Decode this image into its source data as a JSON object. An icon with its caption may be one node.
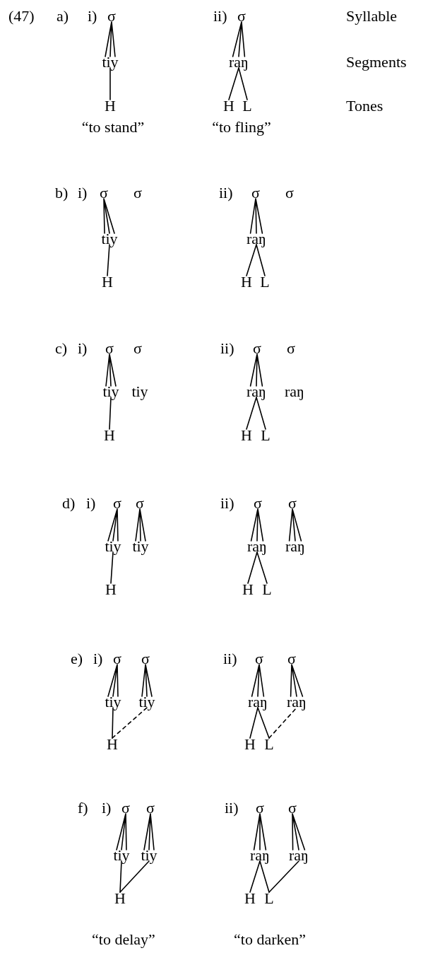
{
  "diagram": {
    "nodes": [
      {
        "text": [
          "σ"
        ]
      },
      {
        "text": [
          "σ"
        ]
      },
      {
        "text": [
          "tiy"
        ]
      },
      {
        "text": [
          "raŋ"
        ]
      },
      {
        "text": [
          "H"
        ]
      },
      {
        "text": [
          "H"
        ]
      },
      {
        "text": [
          "L"
        ]
      },
      {
        "text": [
          "σ"
        ]
      },
      {
        "text": [
          "σ"
        ]
      },
      {
        "text": [
          "σ"
        ]
      },
      {
        "text": [
          "σ"
        ]
      },
      {
        "text": [
          "tiy"
        ]
      },
      {
        "text": [
          "raŋ"
        ]
      },
      {
        "text": [
          "H"
        ]
      },
      {
        "text": [
          "H"
        ]
      },
      {
        "text": [
          "L"
        ]
      },
      {
        "text": [
          "σ"
        ]
      },
      {
        "text": [
          "σ"
        ]
      },
      {
        "text": [
          "σ"
        ]
      },
      {
        "text": [
          "σ"
        ]
      },
      {
        "text": [
          "tiy"
        ]
      },
      {
        "text": [
          "tiy"
        ]
      },
      {
        "text": [
          "raŋ"
        ]
      },
      {
        "text": [
          "raŋ"
        ]
      },
      {
        "text": [
          "H"
        ]
      },
      {
        "text": [
          "H"
        ]
      },
      {
        "text": [
          "L"
        ]
      },
      {
        "text": [
          "σ"
        ]
      },
      {
        "text": [
          "σ"
        ]
      },
      {
        "text": [
          "σ"
        ]
      },
      {
        "text": [
          "σ"
        ]
      },
      {
        "text": [
          "tiy"
        ]
      },
      {
        "text": [
          "tiy"
        ]
      },
      {
        "text": [
          "raŋ"
        ]
      },
      {
        "text": [
          "raŋ"
        ]
      },
      {
        "text": [
          "H"
        ]
      },
      {
        "text": [
          "H"
        ]
      },
      {
        "text": [
          "L"
        ]
      },
      {
        "text": [
          "σ"
        ]
      },
      {
        "text": [
          "σ"
        ]
      },
      {
        "text": [
          "σ"
        ]
      },
      {
        "text": [
          "σ"
        ]
      },
      {
        "text": [
          "tiy"
        ]
      },
      {
        "text": [
          "tiy"
        ]
      },
      {
        "text": [
          "raŋ"
        ]
      },
      {
        "text": [
          "raŋ"
        ]
      },
      {
        "text": [
          "H"
        ]
      },
      {
        "text": [
          "H"
        ]
      },
      {
        "text": [
          "L"
        ]
      },
      {
        "text": [
          "σ"
        ]
      },
      {
        "text": [
          "σ"
        ]
      },
      {
        "text": [
          "σ"
        ]
      },
      {
        "text": [
          "σ"
        ]
      },
      {
        "text": [
          "tiy"
        ]
      },
      {
        "text": [
          "tiy"
        ]
      },
      {
        "text": [
          "raŋ"
        ]
      },
      {
        "text": [
          "raŋ"
        ]
      },
      {
        "text": [
          "H"
        ]
      },
      {
        "text": [
          "H"
        ]
      },
      {
        "text": [
          "L"
        ]
      }
    ],
    "edges": [
      {
        "from": 0,
        "to": 2,
        "arrow": "none"
      },
      {
        "from": 1,
        "to": 3,
        "arrow": "none"
      },
      {
        "from": 4,
        "to": 2,
        "arrow": "none"
      },
      {
        "from": 5,
        "to": 3,
        "arrow": "none"
      },
      {
        "from": 6,
        "to": 3,
        "arrow": "none"
      },
      {
        "from": 7,
        "to": 11,
        "arrow": "none"
      },
      {
        "from": 9,
        "to": 12,
        "arrow": "none"
      },
      {
        "from": 13,
        "to": 11,
        "arrow": "none"
      },
      {
        "from": 14,
        "to": 12,
        "arrow": "none"
      },
      {
        "from": 15,
        "to": 12,
        "arrow": "none"
      },
      {
        "from": 16,
        "to": 20,
        "arrow": "none"
      },
      {
        "from": 18,
        "to": 22,
        "arrow": "none"
      },
      {
        "from": 24,
        "to": 20,
        "arrow": "none"
      },
      {
        "from": 25,
        "to": 22,
        "arrow": "none"
      },
      {
        "from": 26,
        "to": 22,
        "arrow": "none"
      },
      {
        "from": 27,
        "to": 31,
        "arrow": "none"
      },
      {
        "from": 28,
        "to": 32,
        "arrow": "none"
      },
      {
        "from": 29,
        "to": 33,
        "arrow": "none"
      },
      {
        "from": 30,
        "to": 34,
        "arrow": "none"
      },
      {
        "from": 35,
        "to": 31,
        "arrow": "none"
      },
      {
        "from": 36,
        "to": 33,
        "arrow": "none"
      },
      {
        "from": 37,
        "to": 33,
        "arrow": "none"
      },
      {
        "from": 38,
        "to": 42,
        "arrow": "none"
      },
      {
        "from": 39,
        "to": 43,
        "arrow": "none"
      },
      {
        "from": 40,
        "to": 44,
        "arrow": "none"
      },
      {
        "from": 41,
        "to": 45,
        "arrow": "none"
      },
      {
        "from": 46,
        "to": 42,
        "arrow": "none"
      },
      {
        "from": 46,
        "to": 43,
        "arrow": "none",
        "style": "dashed"
      },
      {
        "from": 47,
        "to": 44,
        "arrow": "none"
      },
      {
        "from": 48,
        "to": 44,
        "arrow": "none"
      },
      {
        "from": 48,
        "to": 45,
        "arrow": "none",
        "style": "dashed"
      },
      {
        "from": 49,
        "to": 53,
        "arrow": "none"
      },
      {
        "from": 50,
        "to": 54,
        "arrow": "none"
      },
      {
        "from": 51,
        "to": 55,
        "arrow": "none"
      },
      {
        "from": 52,
        "to": 56,
        "arrow": "none"
      },
      {
        "from": 57,
        "to": 53,
        "arrow": "none"
      },
      {
        "from": 57,
        "to": 54,
        "arrow": "none"
      },
      {
        "from": 58,
        "to": 55,
        "arrow": "none"
      },
      {
        "from": 59,
        "to": 55,
        "arrow": "none"
      },
      {
        "from": 59,
        "to": 56,
        "arrow": "none"
      }
    ],
    "labels": [
      "(47)",
      "a)",
      "i)",
      "ii)",
      "Syllable",
      "Segments",
      "Tones",
      "“to stand”",
      "“to fling”",
      "b)",
      "i)",
      "ii)",
      "c)",
      "i)",
      "ii)",
      "d)",
      "i)",
      "ii)",
      "e)",
      "i)",
      "ii)",
      "f)",
      "i)",
      "ii)",
      "“to delay”",
      "“to darken”"
    ]
  }
}
